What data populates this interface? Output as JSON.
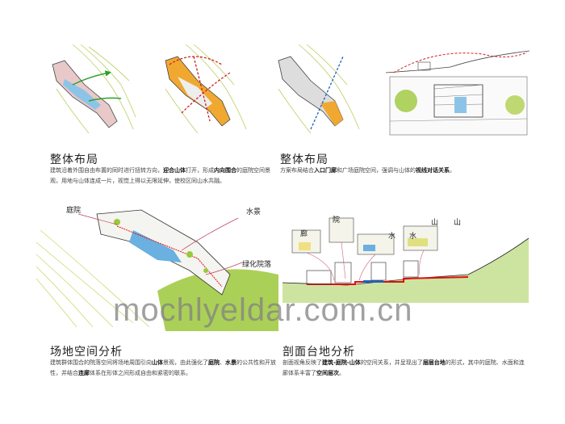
{
  "sections": [
    {
      "title": "整体布局",
      "text_parts": [
        {
          "t": "建筑沿着外围自由布置的同时进行扭转方向，",
          "b": false
        },
        {
          "t": "迎合山体",
          "b": true
        },
        {
          "t": "打开，形成",
          "b": false
        },
        {
          "t": "内向围合",
          "b": true
        },
        {
          "t": "的庭院空间景观，用地与山体连成一片，视觉上得以无限延伸，使校区同山水共融。",
          "b": false
        }
      ]
    },
    {
      "title": "整体布局",
      "text_parts": [
        {
          "t": "方案布局结合",
          "b": false
        },
        {
          "t": "入口门廊",
          "b": true
        },
        {
          "t": "和广场庭院空间，强调与山体的",
          "b": false
        },
        {
          "t": "视线对话关系",
          "b": true
        },
        {
          "t": "。",
          "b": false
        }
      ]
    },
    {
      "title": "场地空间分析",
      "text_parts": [
        {
          "t": "建筑群体围合的院落空间将场地周围引向",
          "b": false
        },
        {
          "t": "山体",
          "b": true
        },
        {
          "t": "景观，由此强化了",
          "b": false
        },
        {
          "t": "庭院",
          "b": true
        },
        {
          "t": "、",
          "b": false
        },
        {
          "t": "水景",
          "b": true
        },
        {
          "t": "的公共性和开放性，并结合",
          "b": false
        },
        {
          "t": "连廊",
          "b": true
        },
        {
          "t": "体系在形体之间形成自由和紧密的联系。",
          "b": false
        }
      ]
    },
    {
      "title": "剖面台地分析",
      "text_parts": [
        {
          "t": "剖面视角反映了",
          "b": false
        },
        {
          "t": "建筑-庭院-山体",
          "b": true
        },
        {
          "t": "的空间关系，并呈现出了",
          "b": false
        },
        {
          "t": "层层台地",
          "b": true
        },
        {
          "t": "的形式，其中的庭院、水面和连廊体系丰富了",
          "b": false
        },
        {
          "t": "空间层次",
          "b": true
        },
        {
          "t": "。",
          "b": false
        }
      ]
    }
  ],
  "site_labels": {
    "courtyard": "庭院",
    "water": "水景",
    "green": "绿化院落"
  },
  "section_labels": {
    "corridor": "廊",
    "yard": "院",
    "water1": "水",
    "water2": "水",
    "mountain1": "山",
    "mountain2": "山"
  },
  "watermark": "mochlyeldar.com.cn",
  "colors": {
    "building_orange": "#f0a830",
    "water_blue": "#6ab0e0",
    "terrace_red": "#e01010",
    "green": "#9cc83a",
    "arrow_green": "#2aa02a",
    "arrow_red": "#d02020",
    "arrow_blue": "#2060c0"
  }
}
